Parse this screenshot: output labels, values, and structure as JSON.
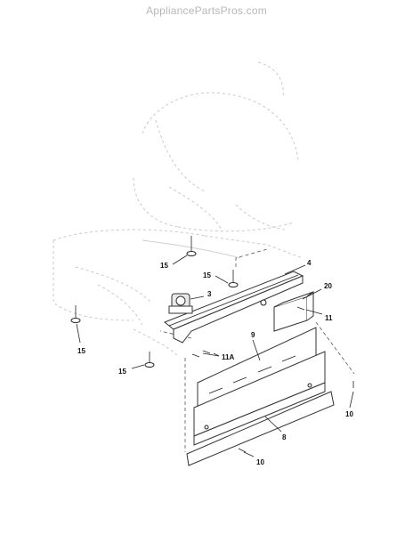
{
  "watermark": "AppliancePartsPros.com",
  "callouts": {
    "c4": "4",
    "c3": "3",
    "c20": "20",
    "c15a": "15",
    "c15b": "15",
    "c15c": "15",
    "c15d": "15",
    "c11": "11",
    "c11a": "11A",
    "c9": "9",
    "c10a": "10",
    "c10b": "10",
    "c8": "8"
  }
}
